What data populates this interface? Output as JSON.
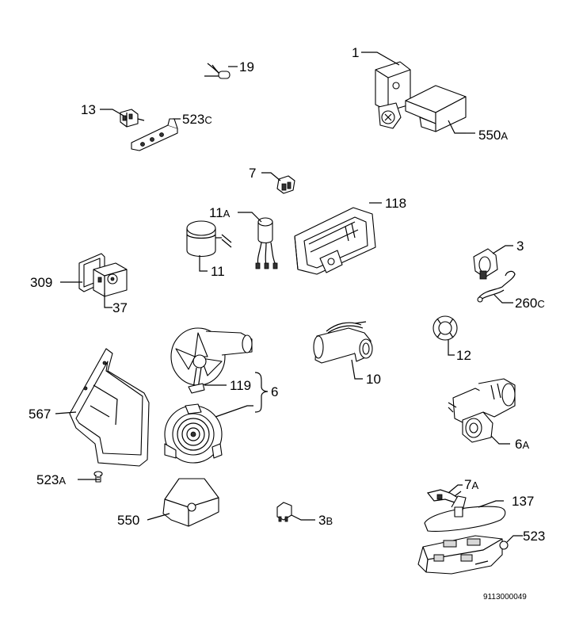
{
  "diagram": {
    "doc_code": "9113000049",
    "labels": [
      {
        "id": "1",
        "num": "1",
        "suffix": ""
      },
      {
        "id": "19",
        "num": "19",
        "suffix": ""
      },
      {
        "id": "13",
        "num": "13",
        "suffix": ""
      },
      {
        "id": "523c",
        "num": "523",
        "suffix": "C"
      },
      {
        "id": "550a",
        "num": "550",
        "suffix": "A"
      },
      {
        "id": "7",
        "num": "7",
        "suffix": ""
      },
      {
        "id": "11a",
        "num": "11",
        "suffix": "A"
      },
      {
        "id": "118",
        "num": "118",
        "suffix": ""
      },
      {
        "id": "11",
        "num": "11",
        "suffix": ""
      },
      {
        "id": "3",
        "num": "3",
        "suffix": ""
      },
      {
        "id": "309",
        "num": "309",
        "suffix": ""
      },
      {
        "id": "37",
        "num": "37",
        "suffix": ""
      },
      {
        "id": "260c",
        "num": "260",
        "suffix": "C"
      },
      {
        "id": "12",
        "num": "12",
        "suffix": ""
      },
      {
        "id": "10",
        "num": "10",
        "suffix": ""
      },
      {
        "id": "119",
        "num": "119",
        "suffix": ""
      },
      {
        "id": "6",
        "num": "6",
        "suffix": ""
      },
      {
        "id": "567",
        "num": "567",
        "suffix": ""
      },
      {
        "id": "6a",
        "num": "6",
        "suffix": "A"
      },
      {
        "id": "523a",
        "num": "523",
        "suffix": "A"
      },
      {
        "id": "7a",
        "num": "7",
        "suffix": "A"
      },
      {
        "id": "137",
        "num": "137",
        "suffix": ""
      },
      {
        "id": "550",
        "num": "550",
        "suffix": ""
      },
      {
        "id": "3b",
        "num": "3",
        "suffix": "B"
      },
      {
        "id": "523",
        "num": "523",
        "suffix": ""
      }
    ]
  }
}
